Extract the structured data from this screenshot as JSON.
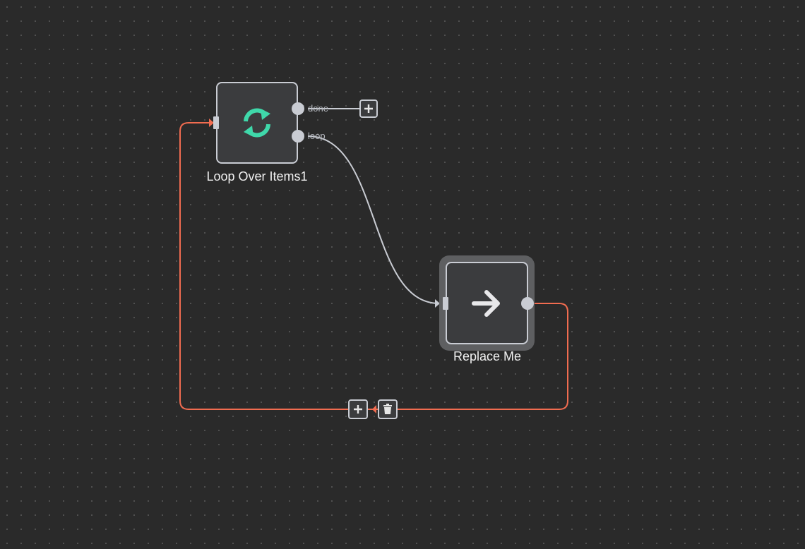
{
  "canvas": {
    "background": "#2a2a2a",
    "dot_color": "#5a5a5a"
  },
  "nodes": {
    "loop_over_items": {
      "label": "Loop Over Items1",
      "icon": "refresh-cycle-icon",
      "icon_color": "#3fd8aa",
      "outputs": [
        {
          "label": "done"
        },
        {
          "label": "loop"
        }
      ]
    },
    "replace_me": {
      "label": "Replace Me",
      "icon": "arrow-right-icon",
      "selected": true
    }
  },
  "connections": [
    {
      "from": "loop_over_items.done",
      "to": "add-node-button",
      "color": "#c9ccd3"
    },
    {
      "from": "loop_over_items.loop",
      "to": "replace_me",
      "color": "#c9ccd3"
    },
    {
      "from": "replace_me",
      "to": "loop_over_items",
      "color": "#f16c50",
      "hovered": true
    }
  ],
  "edge_actions": {
    "add_icon": "plus-icon",
    "delete_icon": "trash-icon"
  }
}
